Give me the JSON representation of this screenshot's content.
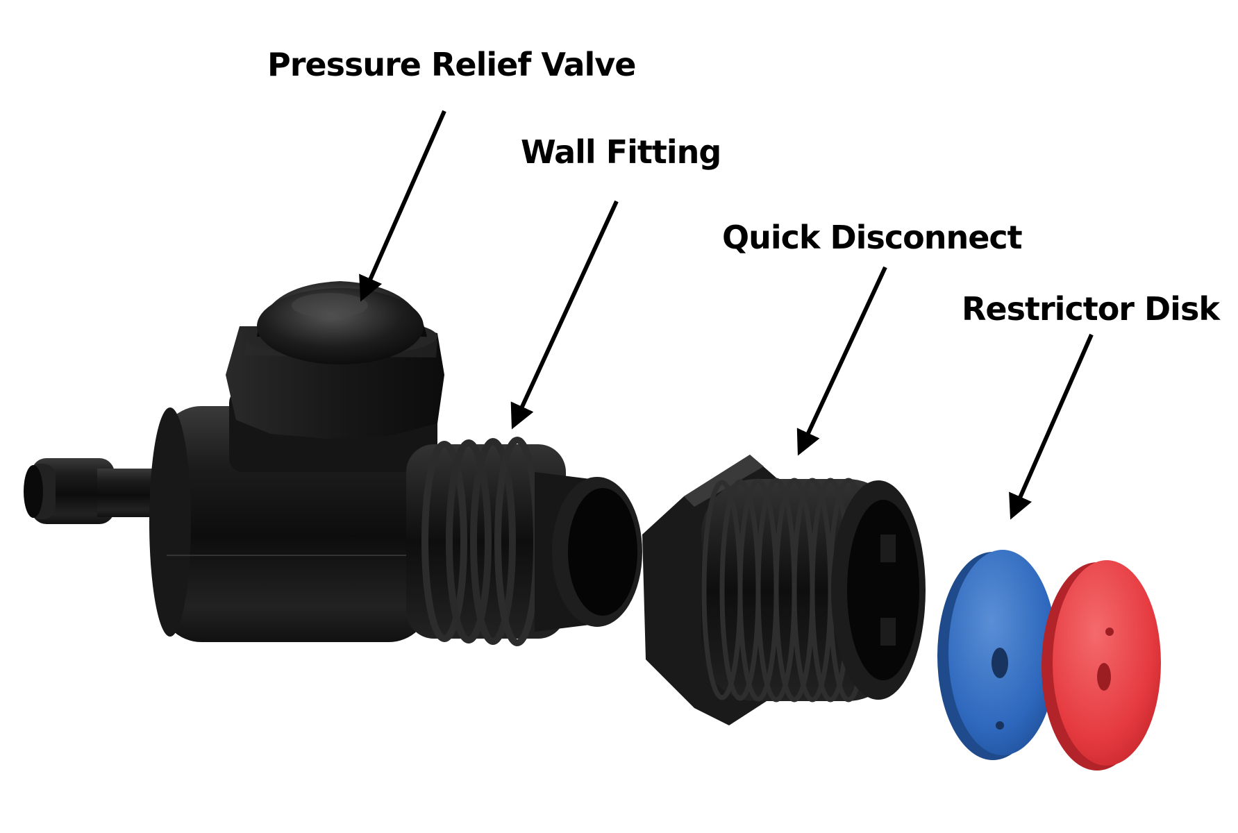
{
  "labels": {
    "pressure_relief_valve": "Pressure Relief Valve",
    "wall_fitting": "Wall Fitting",
    "quick_disconnect": "Quick Disconnect",
    "restrictor_disk": "Restrictor Disk"
  },
  "colors": {
    "background": "#ffffff",
    "part_black": "#1a1a1a",
    "disk_blue": "#2f6fc4",
    "disk_red": "#e8373c",
    "label_text": "#000000"
  }
}
